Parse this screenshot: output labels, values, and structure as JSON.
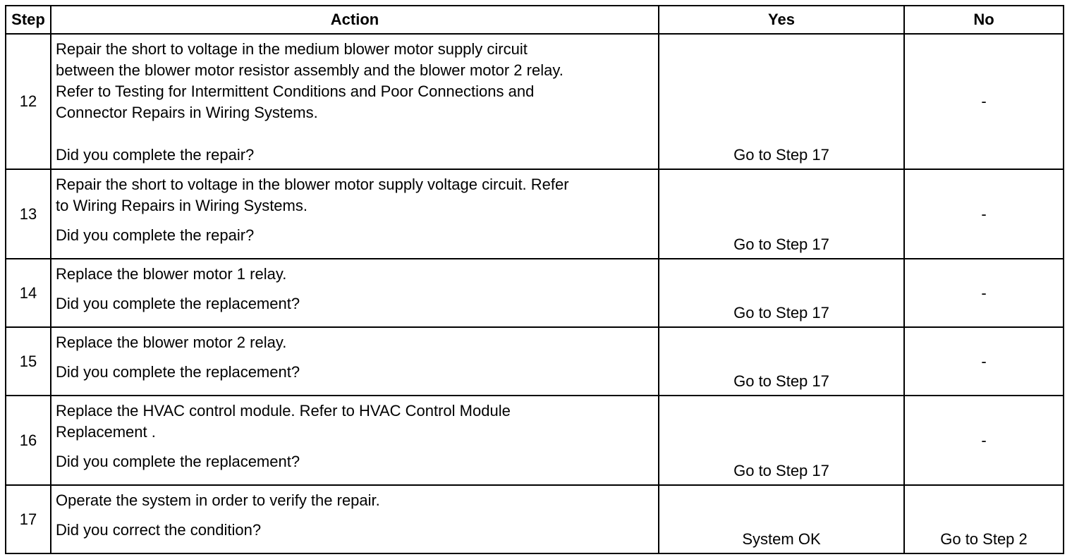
{
  "headers": {
    "step": "Step",
    "action": "Action",
    "yes": "Yes",
    "no": "No"
  },
  "rows": [
    {
      "step": "12",
      "action": "Repair the short to voltage in the medium blower motor supply circuit\nbetween the blower motor resistor assembly and the blower motor 2 relay.\nRefer to Testing for Intermittent Conditions and Poor Connections and\nConnector Repairs in Wiring Systems.",
      "question": "Did you complete the repair?",
      "yes": "Go to Step 17",
      "no": "-"
    },
    {
      "step": "13",
      "action": "Repair the short to voltage in the blower motor supply voltage circuit. Refer\nto Wiring Repairs in Wiring Systems.",
      "question": "Did you complete the repair?",
      "yes": "Go to Step 17",
      "no": "-"
    },
    {
      "step": "14",
      "action": "Replace the blower motor 1 relay.",
      "question": "Did you complete the replacement?",
      "yes": "Go to Step 17",
      "no": "-"
    },
    {
      "step": "15",
      "action": "Replace the blower motor 2 relay.",
      "question": "Did you complete the replacement?",
      "yes": "Go to Step 17",
      "no": "-"
    },
    {
      "step": "16",
      "action": "Replace the HVAC control module. Refer to HVAC Control Module\nReplacement .",
      "question": "Did you complete the replacement?",
      "yes": "Go to Step 17",
      "no": "-"
    },
    {
      "step": "17",
      "action": "Operate the system in order to verify the repair.",
      "question": "Did you correct the condition?",
      "yes": "System OK",
      "no": "Go to Step 2"
    }
  ]
}
